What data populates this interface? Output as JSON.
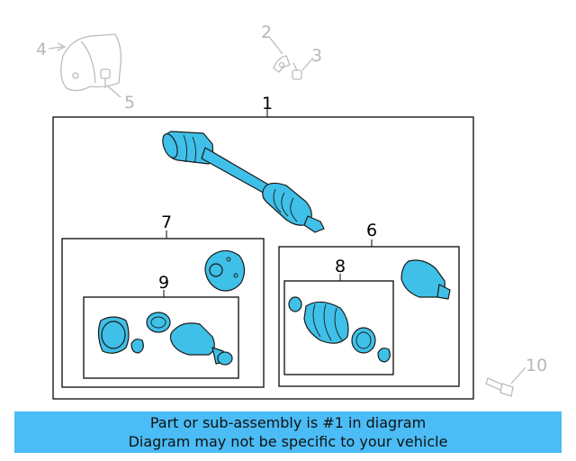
{
  "callouts": {
    "c1": "1",
    "c2": "2",
    "c3": "3",
    "c4": "4",
    "c5": "5",
    "c6": "6",
    "c7": "7",
    "c8": "8",
    "c9": "9",
    "c10": "10"
  },
  "banner": {
    "line1": "Part or sub-assembly is #1 in diagram",
    "line2": "Diagram may not be specific to your vehicle"
  },
  "colors": {
    "highlight": "#3fc0e8",
    "outline": "#1a1a1a",
    "dim": "#bcbcbc",
    "banner": "#4bbcf5"
  }
}
